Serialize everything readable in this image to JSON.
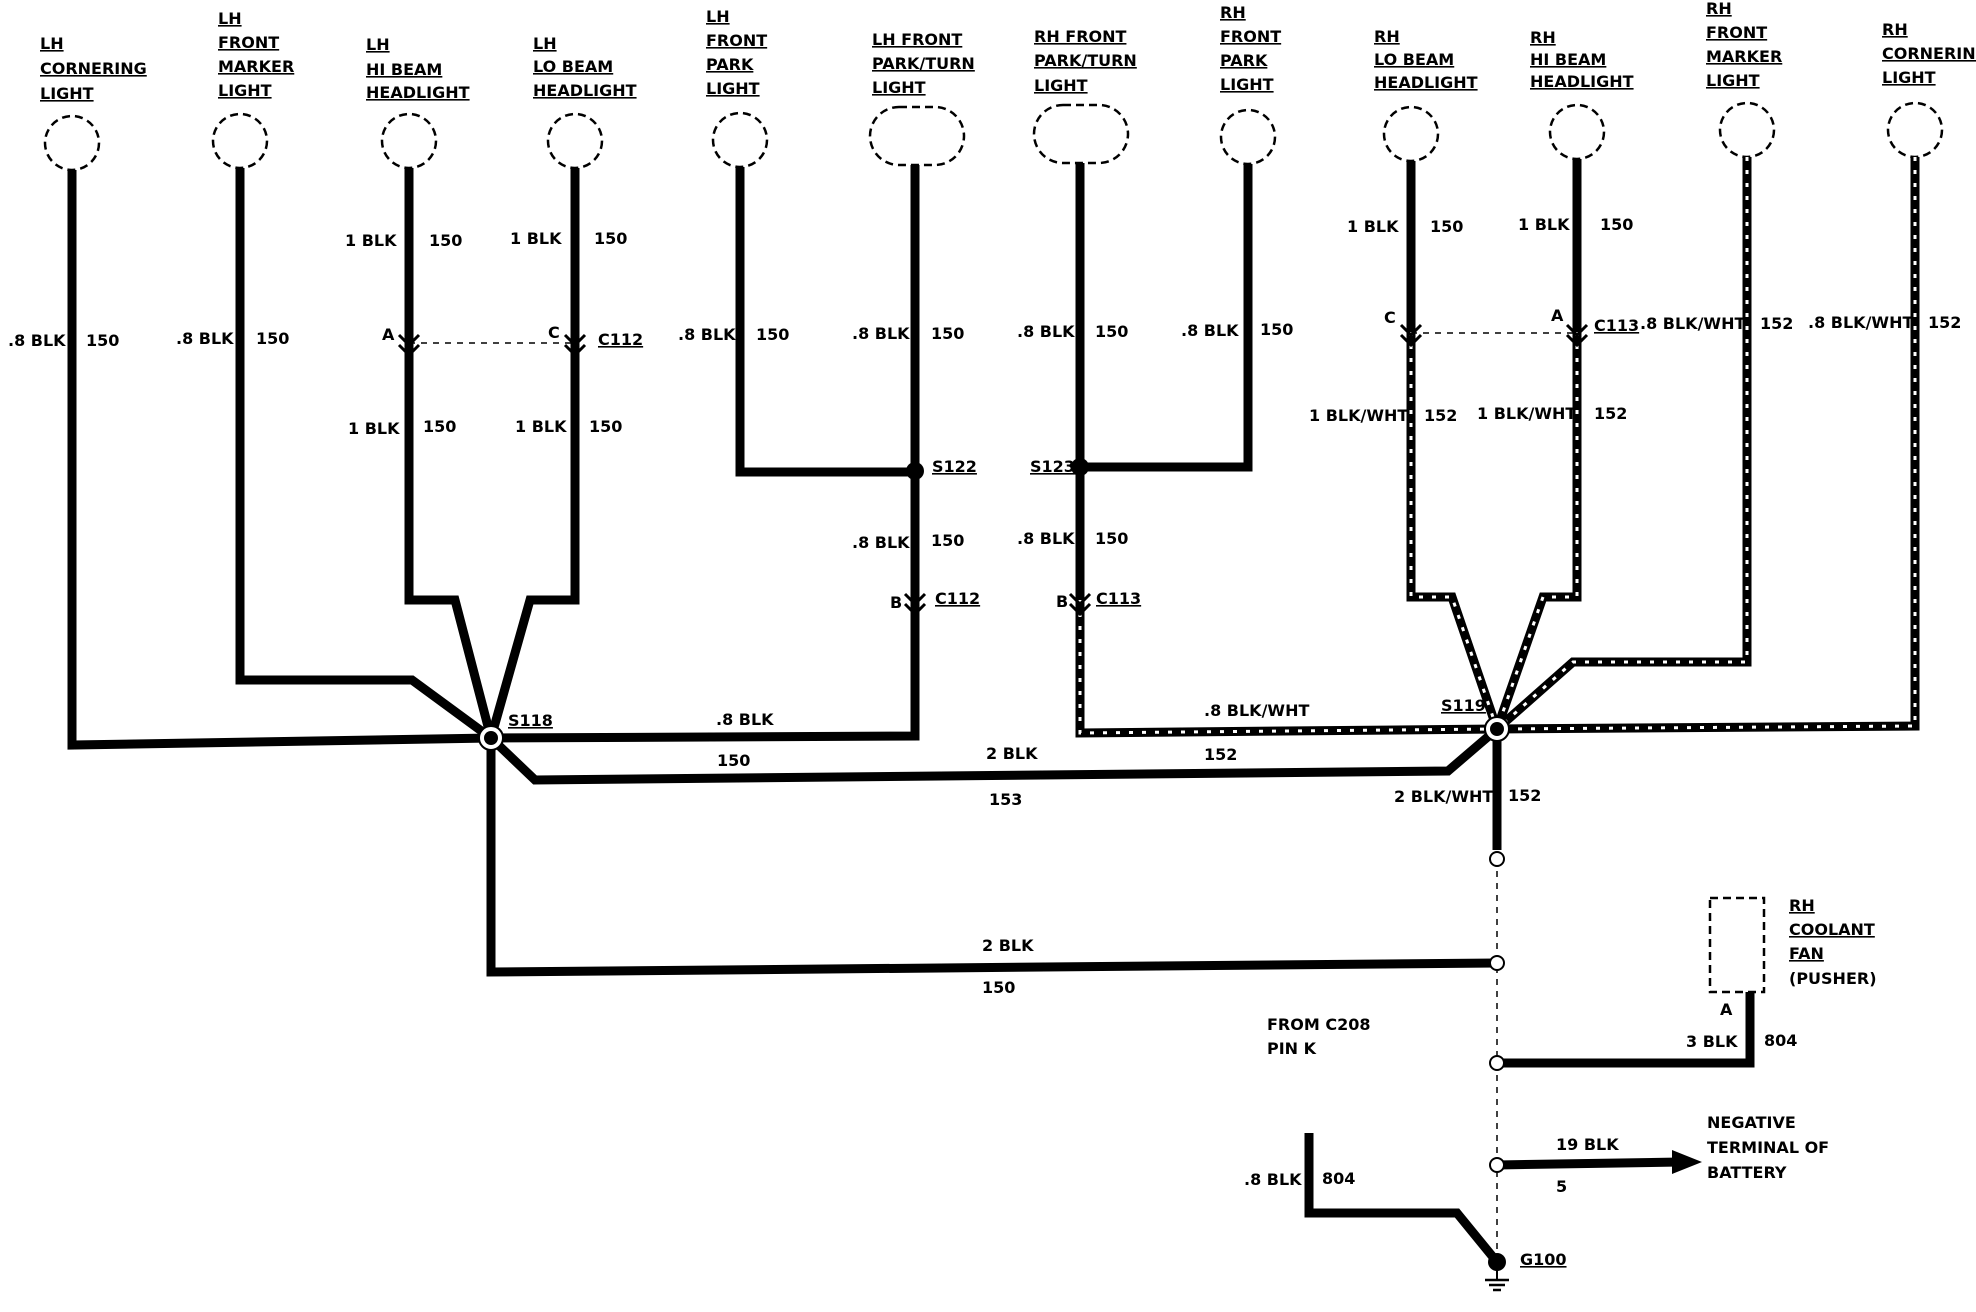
{
  "components": [
    {
      "id": "lh_cornering",
      "title": [
        "LH",
        "CORNERING",
        "LIGHT"
      ]
    },
    {
      "id": "lh_front_marker",
      "title": [
        "LH",
        "FRONT",
        "MARKER",
        "LIGHT"
      ]
    },
    {
      "id": "lh_hi_beam",
      "title": [
        "LH",
        "HI BEAM",
        "HEADLIGHT"
      ]
    },
    {
      "id": "lh_lo_beam",
      "title": [
        "LH",
        "LO BEAM",
        "HEADLIGHT"
      ]
    },
    {
      "id": "lh_front_park",
      "title": [
        "LH",
        "FRONT",
        "PARK",
        "LIGHT"
      ]
    },
    {
      "id": "lh_front_park_turn",
      "title": [
        "LH FRONT",
        "PARK/TURN",
        "LIGHT"
      ]
    },
    {
      "id": "rh_front_park_turn",
      "title": [
        "RH FRONT",
        "PARK/TURN",
        "LIGHT"
      ]
    },
    {
      "id": "rh_front_park",
      "title": [
        "RH",
        "FRONT",
        "PARK",
        "LIGHT"
      ]
    },
    {
      "id": "rh_lo_beam",
      "title": [
        "RH",
        "LO BEAM",
        "HEADLIGHT"
      ]
    },
    {
      "id": "rh_hi_beam",
      "title": [
        "RH",
        "HI BEAM",
        "HEADLIGHT"
      ]
    },
    {
      "id": "rh_front_marker",
      "title": [
        "RH",
        "FRONT",
        "MARKER",
        "LIGHT"
      ]
    },
    {
      "id": "rh_cornering",
      "title": [
        "RH",
        "CORNERING",
        "LIGHT"
      ]
    },
    {
      "id": "rh_coolant_fan",
      "title": [
        "RH",
        "COOLANT",
        "FAN",
        "(PUSHER)"
      ]
    }
  ],
  "wire_labels": [
    {
      "id": "w_lhcorn_size",
      "text": ".8 BLK"
    },
    {
      "id": "w_lhcorn_circ",
      "text": "150"
    },
    {
      "id": "w_lhmark_size",
      "text": ".8 BLK"
    },
    {
      "id": "w_lhmark_circ",
      "text": "150"
    },
    {
      "id": "w_lhhi_up_size",
      "text": "1 BLK"
    },
    {
      "id": "w_lhhi_up_circ",
      "text": "150"
    },
    {
      "id": "w_lhlo_up_size",
      "text": "1 BLK"
    },
    {
      "id": "w_lhlo_up_circ",
      "text": "150"
    },
    {
      "id": "w_lhhi_lo_size",
      "text": "1 BLK"
    },
    {
      "id": "w_lhhi_lo_circ",
      "text": "150"
    },
    {
      "id": "w_lhlo_lo_size",
      "text": "1 BLK"
    },
    {
      "id": "w_lhlo_lo_circ",
      "text": "150"
    },
    {
      "id": "w_lhpark_size",
      "text": ".8 BLK"
    },
    {
      "id": "w_lhpark_circ",
      "text": "150"
    },
    {
      "id": "w_lhpt_size",
      "text": ".8 BLK"
    },
    {
      "id": "w_lhpt_circ",
      "text": "150"
    },
    {
      "id": "w_s122_size",
      "text": ".8 BLK"
    },
    {
      "id": "w_s122_circ",
      "text": "150"
    },
    {
      "id": "w_rhpt_size",
      "text": ".8 BLK"
    },
    {
      "id": "w_rhpt_circ",
      "text": "150"
    },
    {
      "id": "w_rhpark_size",
      "text": ".8 BLK"
    },
    {
      "id": "w_rhpark_circ",
      "text": "150"
    },
    {
      "id": "w_s123_size",
      "text": ".8 BLK"
    },
    {
      "id": "w_s123_circ",
      "text": "150"
    },
    {
      "id": "w_rhlo_up_size",
      "text": "1 BLK"
    },
    {
      "id": "w_rhlo_up_circ",
      "text": "150"
    },
    {
      "id": "w_rhhi_up_size",
      "text": "1 BLK"
    },
    {
      "id": "w_rhhi_up_circ",
      "text": "150"
    },
    {
      "id": "w_rhlo_lo_size",
      "text": "1 BLK/WHT"
    },
    {
      "id": "w_rhlo_lo_circ",
      "text": "152"
    },
    {
      "id": "w_rhhi_lo_size",
      "text": "1 BLK/WHT"
    },
    {
      "id": "w_rhhi_lo_circ",
      "text": "152"
    },
    {
      "id": "w_rhmark_size",
      "text": ".8 BLK/WHT"
    },
    {
      "id": "w_rhmark_circ",
      "text": "152"
    },
    {
      "id": "w_rhcorn_size",
      "text": ".8 BLK/WHT"
    },
    {
      "id": "w_rhcorn_circ",
      "text": "152"
    },
    {
      "id": "w_s118_c112_size",
      "text": ".8 BLK"
    },
    {
      "id": "w_s118_c112_circ",
      "text": "150"
    },
    {
      "id": "w_c113_s119_size",
      "text": ".8 BLK/WHT"
    },
    {
      "id": "w_c113_s119_circ",
      "text": "152"
    },
    {
      "id": "w_s118_s119_size",
      "text": "2 BLK"
    },
    {
      "id": "w_s118_s119_circ",
      "text": "153"
    },
    {
      "id": "w_s119_down_size",
      "text": "2 BLK/WHT"
    },
    {
      "id": "w_s119_down_circ",
      "text": "152"
    },
    {
      "id": "w_s118_ground_size",
      "text": "2 BLK"
    },
    {
      "id": "w_s118_ground_circ",
      "text": "150"
    },
    {
      "id": "w_fan_size",
      "text": "3 BLK"
    },
    {
      "id": "w_fan_circ",
      "text": "804"
    },
    {
      "id": "w_batt_size",
      "text": "19 BLK"
    },
    {
      "id": "w_batt_circ",
      "text": "5"
    },
    {
      "id": "w_c208_size",
      "text": ".8 BLK"
    },
    {
      "id": "w_c208_circ",
      "text": "804"
    }
  ],
  "connectors": {
    "c112": "C112",
    "c113": "C113",
    "pin_a": "A",
    "pin_b": "B",
    "pin_c": "C"
  },
  "splices": {
    "s118": "S118",
    "s119": "S119",
    "s122": "S122",
    "s123": "S123"
  },
  "ground": {
    "id": "G100"
  },
  "notes": {
    "from_c208": [
      "FROM C208",
      "PIN K"
    ],
    "battery": [
      "NEGATIVE",
      "TERMINAL OF",
      "BATTERY"
    ]
  },
  "colors": {
    "ink": "#000000",
    "paper": "#ffffff"
  }
}
